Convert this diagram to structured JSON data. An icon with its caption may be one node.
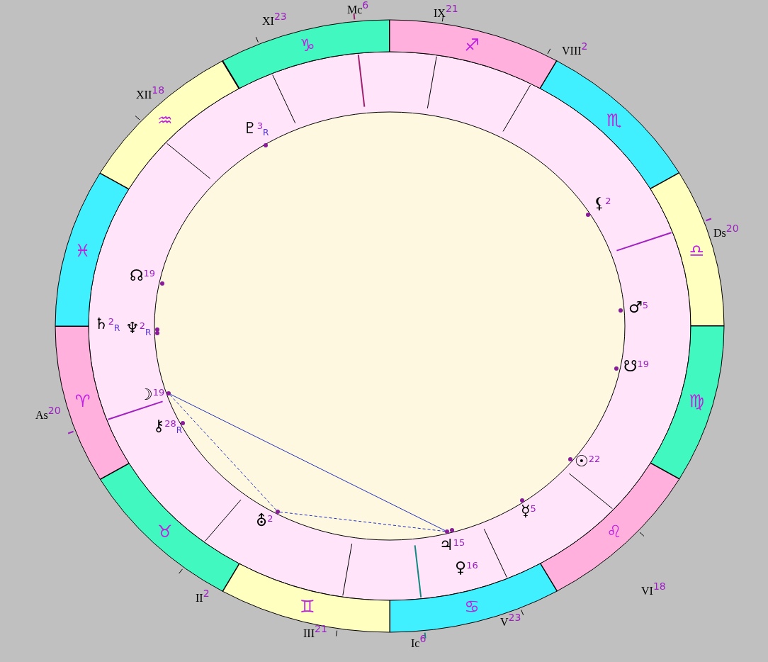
{
  "diagram": {
    "nodes": [
      {
        "text": [
          "♑"
        ]
      },
      {
        "text": [
          "♐"
        ]
      },
      {
        "text": [
          "♏"
        ]
      },
      {
        "text": [
          "♎"
        ]
      },
      {
        "text": [
          "♍"
        ]
      },
      {
        "text": [
          "♌"
        ]
      },
      {
        "text": [
          "♋"
        ]
      },
      {
        "text": [
          "♊"
        ]
      },
      {
        "text": [
          "♉"
        ]
      },
      {
        "text": [
          "♈"
        ]
      },
      {
        "text": [
          "♓"
        ]
      },
      {
        "text": [
          "♒"
        ]
      },
      {
        "text": [],
        "shape": "circle",
        "beside": [
          "♇$^{3}$$_{R}$"
        ]
      },
      {
        "text": [],
        "shape": "circle",
        "beside": [
          "⚸$^{2}$"
        ]
      },
      {
        "text": [],
        "shape": "circle",
        "beside": [
          "♂$^{5}$"
        ]
      },
      {
        "text": [],
        "shape": "circle",
        "beside": [
          "☋$^{19}$"
        ]
      },
      {
        "text": [],
        "shape": "circle",
        "beside": [
          "☉$^{22}$"
        ]
      },
      {
        "text": [],
        "shape": "circle",
        "beside": [
          "☿$^{5}$"
        ]
      },
      {
        "text": [],
        "shape": "circle"
      },
      {
        "text": [],
        "shape": "circle",
        "beside": [
          "♃$^{15}$"
        ]
      },
      {
        "text": [],
        "shape": "circle",
        "beside": [
          "⛢$^{2}$"
        ]
      },
      {
        "text": [],
        "shape": "circle",
        "beside": [
          "⚷$^{28}$$_{R}$"
        ]
      },
      {
        "text": [],
        "shape": "circle",
        "beside": [
          "☽$^{19}$"
        ]
      },
      {
        "text": [],
        "shape": "circle",
        "beside": [
          "♆$^{2}$$_{R}$"
        ]
      },
      {
        "text": [],
        "shape": "circle"
      },
      {
        "text": [],
        "shape": "circle",
        "beside": [
          "☊$^{19}$"
        ]
      }
    ],
    "edges": [
      {
        "from": 22,
        "to": 19,
        "arrow": "none"
      },
      {
        "from": 22,
        "to": 20,
        "arrow": "none",
        "style": "dashed"
      },
      {
        "from": 20,
        "to": 19,
        "arrow": "none",
        "style": "dashed"
      }
    ],
    "labels": [
      "Mc$^{6}$",
      "IX$^{21}$",
      "XI$^{23}$",
      "VIII$^{2}$",
      "XII$^{18}$",
      "Ds$^{20}$",
      "As$^{20}$",
      "VI$^{18}$",
      "II$^{2}$",
      "V$^{23}$",
      "III$^{21}$",
      "Ic$^{6}$",
      "♄$^{2}$$_{R}$",
      "♀$^{16}$"
    ]
  }
}
